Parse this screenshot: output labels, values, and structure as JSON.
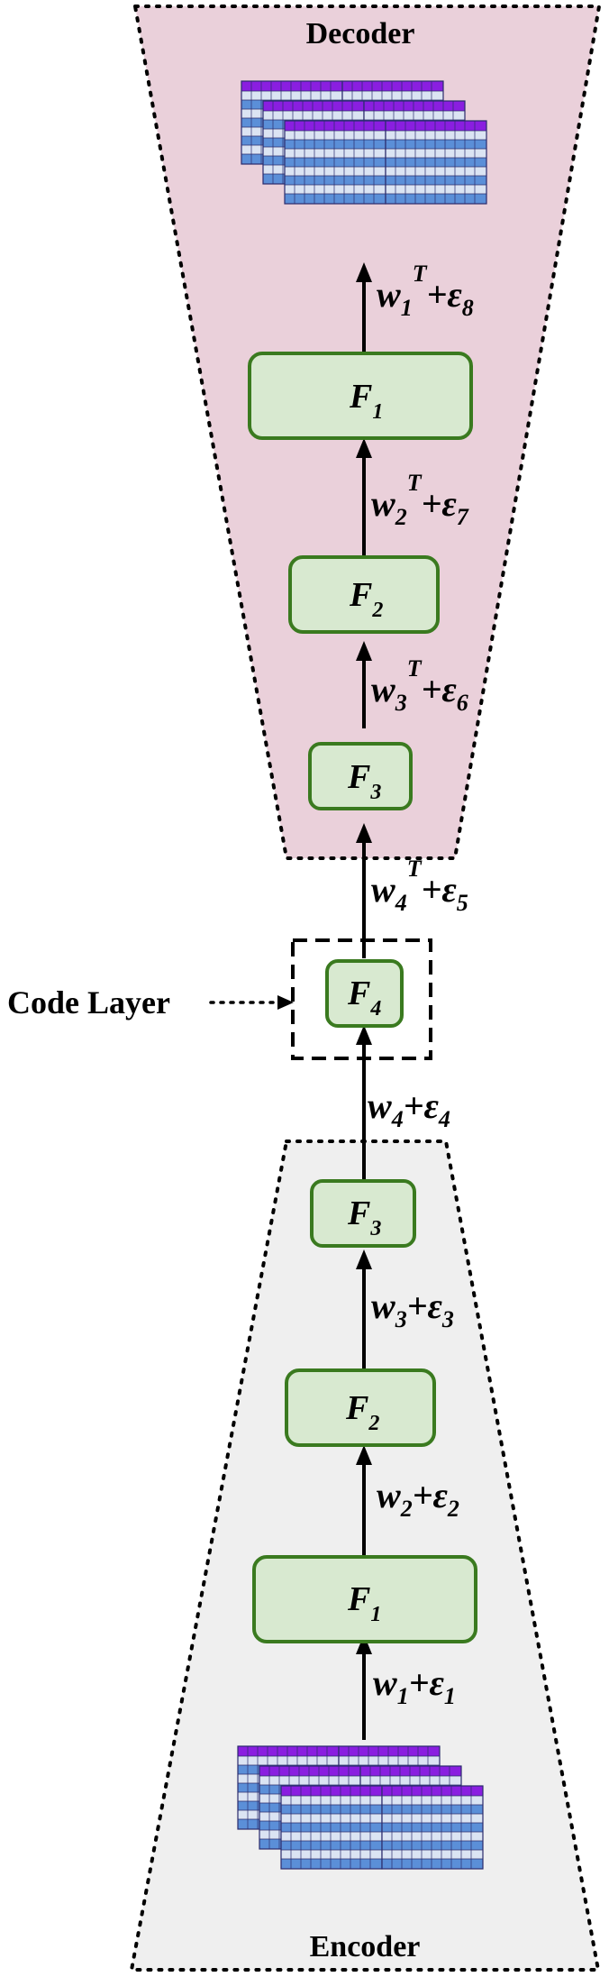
{
  "colors": {
    "decoder_fill": "#ead0da",
    "encoder_fill": "#efefef",
    "block_fill": "#d8e9d0",
    "block_stroke": "#3a7a1f",
    "grid_header": "#8a1ee0",
    "grid_blue": "#5b8fd8",
    "grid_light": "#dbe4f3"
  },
  "decoder": {
    "title": "Decoder"
  },
  "encoder": {
    "title": "Encoder"
  },
  "code_layer": {
    "label": "Code Layer"
  },
  "blocks": {
    "dec_f1": {
      "main": "F",
      "sub": "1"
    },
    "dec_f2": {
      "main": "F",
      "sub": "2"
    },
    "dec_f3": {
      "main": "F",
      "sub": "3"
    },
    "code_f4": {
      "main": "F",
      "sub": "4"
    },
    "enc_f3": {
      "main": "F",
      "sub": "3"
    },
    "enc_f2": {
      "main": "F",
      "sub": "2"
    },
    "enc_f1": {
      "main": "F",
      "sub": "1"
    }
  },
  "edges": {
    "e8": {
      "w": "w",
      "w_sub": "1",
      "sup": "T",
      "op": "+",
      "eps": "ε",
      "eps_sub": "8"
    },
    "e7": {
      "w": "w",
      "w_sub": "2",
      "sup": "T",
      "op": "+",
      "eps": "ε",
      "eps_sub": "7"
    },
    "e6": {
      "w": "w",
      "w_sub": "3",
      "sup": "T",
      "op": "+",
      "eps": "ε",
      "eps_sub": "6"
    },
    "e5": {
      "w": "w",
      "w_sub": "4",
      "sup": "T",
      "op": "+",
      "eps": "ε",
      "eps_sub": "5"
    },
    "e4": {
      "w": "w",
      "w_sub": "4",
      "op": "+",
      "eps": "ε",
      "eps_sub": "4"
    },
    "e3": {
      "w": "w",
      "w_sub": "3",
      "op": "+",
      "eps": "ε",
      "eps_sub": "3"
    },
    "e2": {
      "w": "w",
      "w_sub": "2",
      "op": "+",
      "eps": "ε",
      "eps_sub": "2"
    },
    "e1": {
      "w": "w",
      "w_sub": "1",
      "op": "+",
      "eps": "ε",
      "eps_sub": "1"
    }
  }
}
